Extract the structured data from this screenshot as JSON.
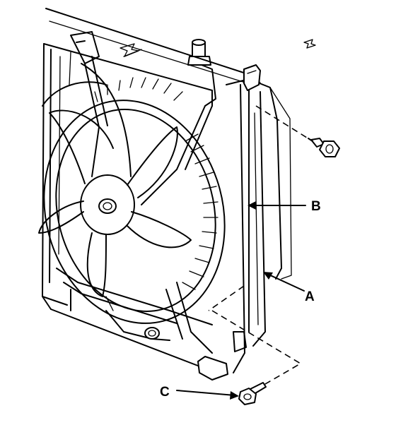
{
  "labels": {
    "a": "A",
    "b": "B",
    "c": "C"
  },
  "colors": {
    "ink": "#000000",
    "paper": "#ffffff"
  },
  "icons": [
    "bolt-icon",
    "arrow-icon"
  ]
}
